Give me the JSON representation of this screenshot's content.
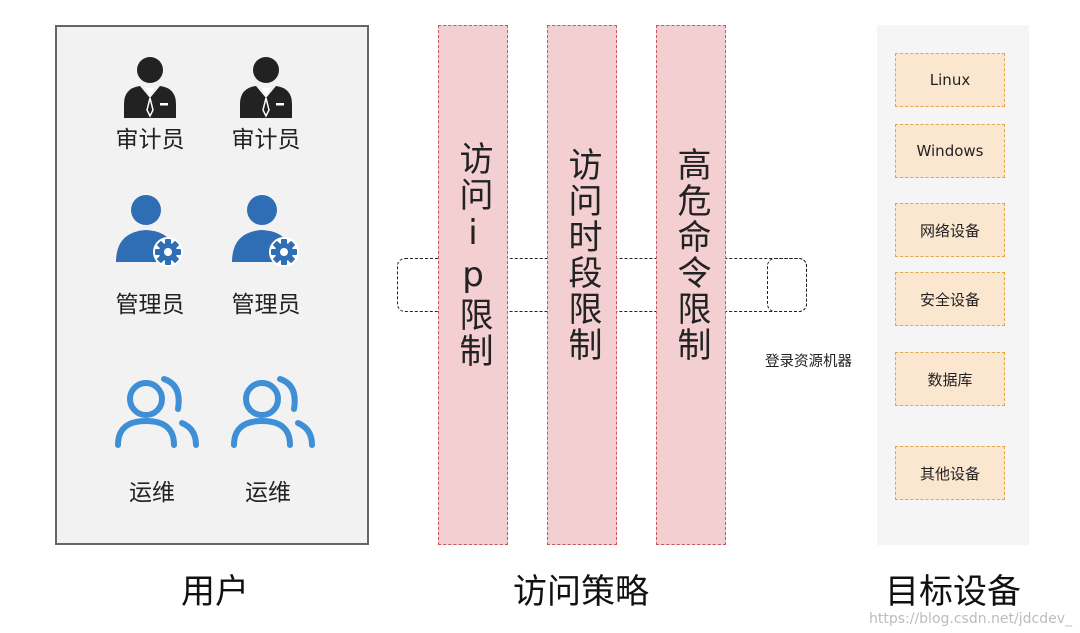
{
  "users": {
    "items": [
      {
        "label": "审计员",
        "icon": "auditor-icon"
      },
      {
        "label": "审计员",
        "icon": "auditor-icon"
      },
      {
        "label": "管理员",
        "icon": "admin-gear-icon"
      },
      {
        "label": "管理员",
        "icon": "admin-gear-icon"
      },
      {
        "label": "运维",
        "icon": "ops-users-icon"
      },
      {
        "label": "运维",
        "icon": "ops-users-icon"
      }
    ]
  },
  "policies": [
    {
      "label": "访问ip限制"
    },
    {
      "label": "访问时段限制"
    },
    {
      "label": "高危命令限制"
    }
  ],
  "login_label": "登录资源机器",
  "targets": [
    "Linux",
    "Windows",
    "网络设备",
    "安全设备",
    "数据库",
    "其他设备"
  ],
  "titles": {
    "users": "用户",
    "policies": "访问策略",
    "targets": "目标设备"
  },
  "watermark": "https://blog.csdn.net/jdcdev_",
  "colors": {
    "auditor": "#222222",
    "admin": "#2f6db5",
    "ops": "#3f8fd6",
    "policy_fill": "#f3cfd2",
    "policy_border": "#c9565f",
    "target_fill": "#fbe6d0",
    "target_border": "#e0a84a"
  }
}
